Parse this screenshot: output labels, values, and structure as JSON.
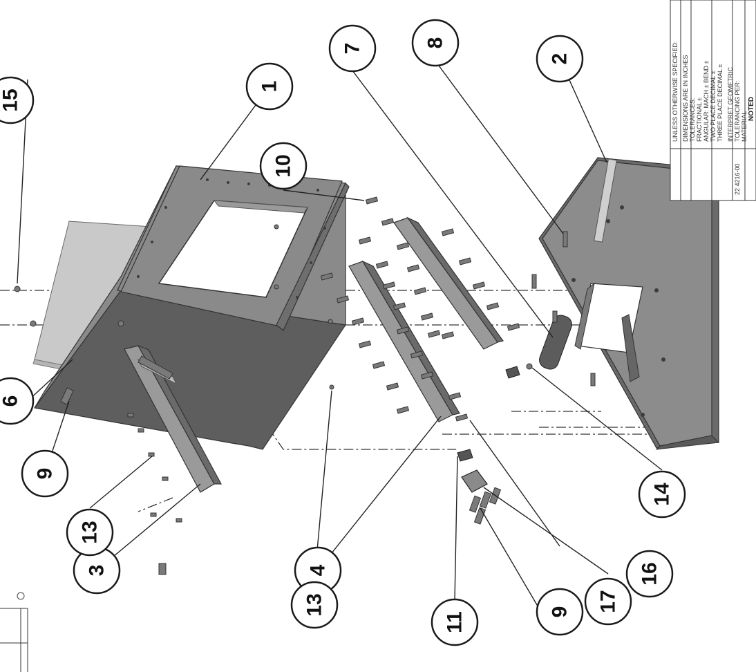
{
  "balloons": [
    {
      "id": "b1",
      "label": "1"
    },
    {
      "id": "b2",
      "label": "2"
    },
    {
      "id": "b3",
      "label": "3"
    },
    {
      "id": "b4",
      "label": "4"
    },
    {
      "id": "b6",
      "label": "6"
    },
    {
      "id": "b7",
      "label": "7"
    },
    {
      "id": "b8",
      "label": "8"
    },
    {
      "id": "b9a",
      "label": "9"
    },
    {
      "id": "b9b",
      "label": "9"
    },
    {
      "id": "b10",
      "label": "10"
    },
    {
      "id": "b11",
      "label": "11"
    },
    {
      "id": "b13a",
      "label": "13"
    },
    {
      "id": "b13b",
      "label": "13"
    },
    {
      "id": "b14",
      "label": "14"
    },
    {
      "id": "b15",
      "label": "15"
    },
    {
      "id": "b16",
      "label": "16"
    },
    {
      "id": "b17",
      "label": "17"
    }
  ],
  "title_block": {
    "spec_header": "UNLESS OTHERWISE SPECIFIED:",
    "line1": "DIMENSIONS ARE IN INCHES",
    "line2": "TOLERANCES:",
    "line3": "FRACTIONAL ±",
    "line4": "ANGULAR: MACH ±   BEND ±",
    "line5": "TWO PLACE DECIMAL  ±",
    "line6": "THREE PLACE DECIMAL  ±",
    "line7": "INTERPRET GEOMETRIC",
    "line8": "TOLERANCING PER:",
    "line9": "MATERIAL",
    "material": "NOTED",
    "part_number": "22 4216-00"
  }
}
